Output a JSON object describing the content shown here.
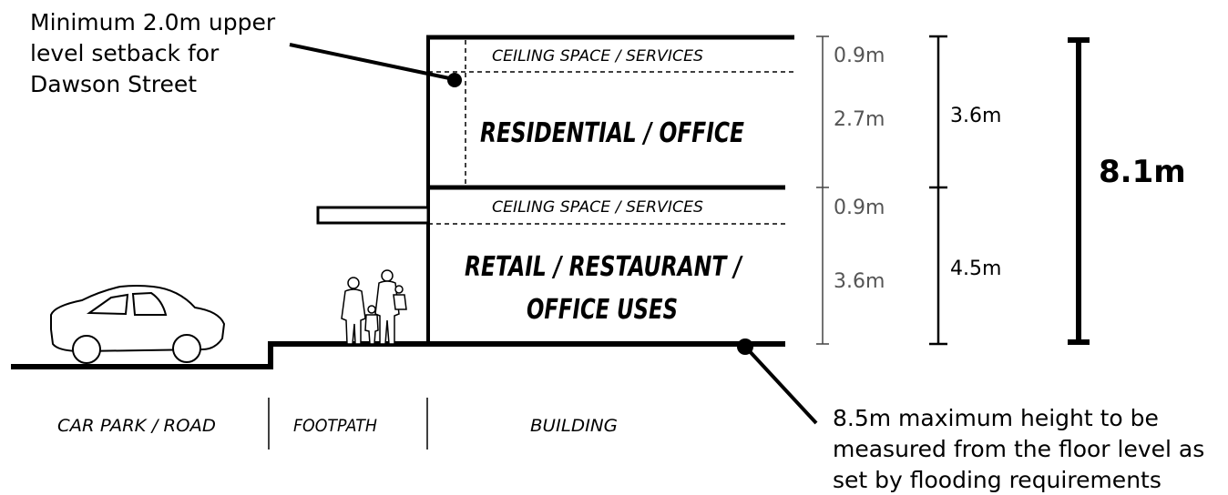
{
  "annotations": {
    "setback_line1": "Minimum 2.0m upper",
    "setback_line2": "level setback for",
    "setback_line3": "Dawson Street",
    "height_line1": "8.5m maximum height to be",
    "height_line2": "measured from the floor level as",
    "height_line3": "set by flooding requirements"
  },
  "upper_floor": {
    "ceiling": "CEILING SPACE  / SERVICES",
    "use": "RESIDENTIAL / OFFICE"
  },
  "ground_floor": {
    "ceiling": "CEILING SPACE  / SERVICES",
    "use_line1": "RETAIL / RESTAURANT /",
    "use_line2": "OFFICE USES"
  },
  "ground_labels": {
    "road": "CAR PARK / ROAD",
    "footpath": "FOOTPATH",
    "building": "BUILDING"
  },
  "dimensions": {
    "upper_ceiling": "0.9m",
    "upper_room": "2.7m",
    "lower_ceiling": "0.9m",
    "lower_room": "3.6m",
    "upper_total": "3.6m",
    "lower_total": "4.5m",
    "overall": "8.1m"
  },
  "icons": [
    "car-icon",
    "family-silhouette-icon"
  ]
}
